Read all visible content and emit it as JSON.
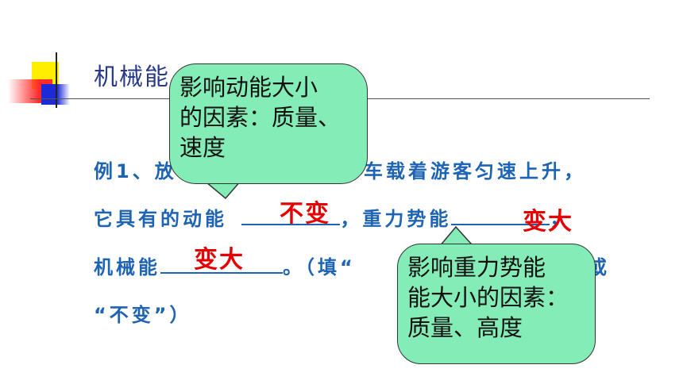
{
  "title": "机械能",
  "question": {
    "line1_a": "例1、",
    "line1_b": "放",
    "line1_c": "车载着游客匀速上升，",
    "line2_a": "它具有的动能",
    "line2_b": "，重力势能",
    "line2_end": "，",
    "line3_a": "机械能",
    "line3_b": "。（填“",
    "line3_end": "或",
    "line4": "“不变”）"
  },
  "answers": {
    "kinetic": "不变",
    "potential": "变大",
    "mechanical": "变大"
  },
  "bubble1": {
    "line1": "影响动能大小",
    "line2": "的因素：质量、",
    "line3": "速度"
  },
  "bubble2": {
    "line1": "影响重力势能",
    "line2": "能大小的因素：",
    "line3": "质量、高度"
  },
  "colors": {
    "title": "#2a3a8a",
    "question_text": "#1d64b4",
    "answer": "#e60000",
    "bubble_fill": "#84ecb6"
  }
}
